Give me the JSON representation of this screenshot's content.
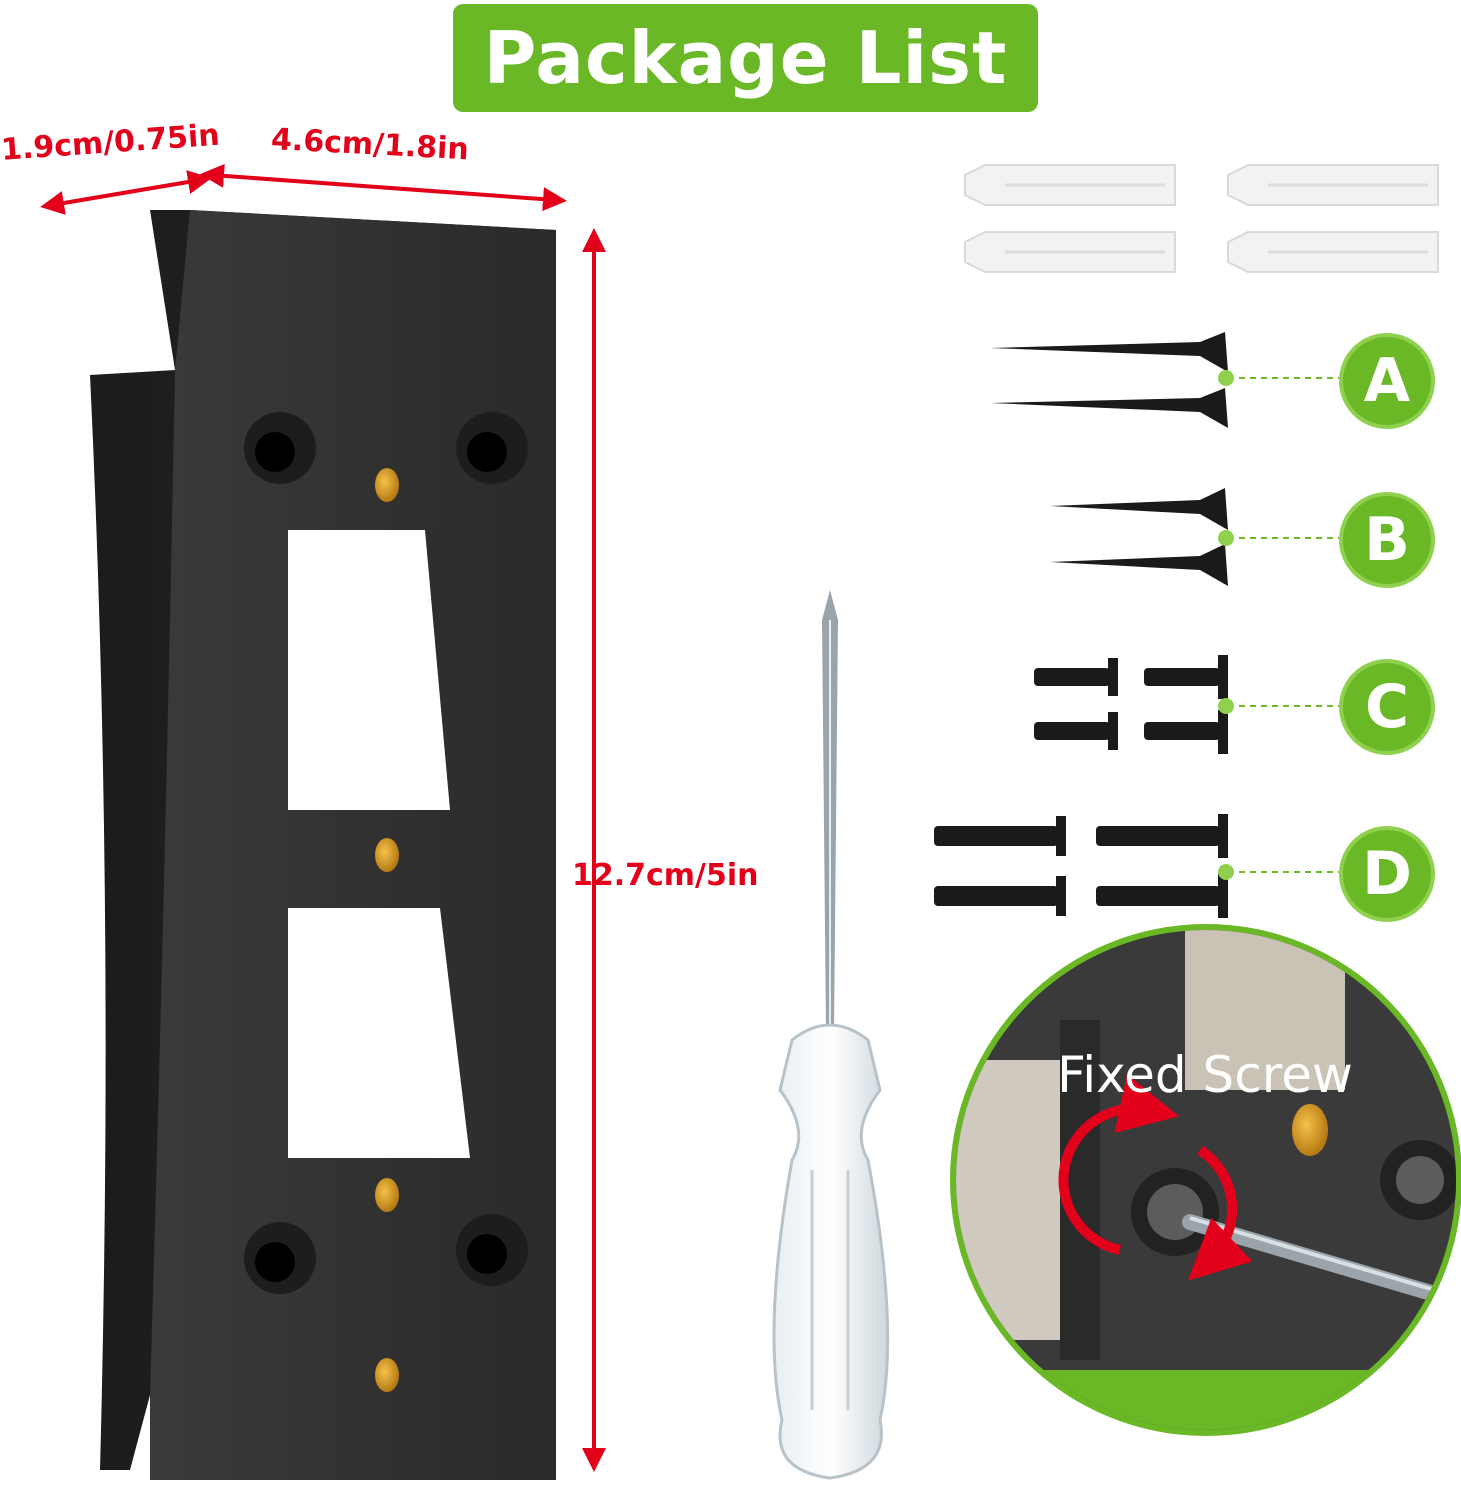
{
  "header": {
    "title": "Package List"
  },
  "dimensions": {
    "side_depth": "1.9cm/0.75in",
    "width": "4.6cm/1.8in",
    "height": "12.7cm/5in"
  },
  "screw_groups": [
    {
      "letter": "A"
    },
    {
      "letter": "B"
    },
    {
      "letter": "C"
    },
    {
      "letter": "D"
    }
  ],
  "detail": {
    "label": "Fixed Screw"
  },
  "colors": {
    "accent_green": "#6ab825",
    "dimension_red": "#e3001b",
    "bracket_black": "#2b2b2b"
  }
}
